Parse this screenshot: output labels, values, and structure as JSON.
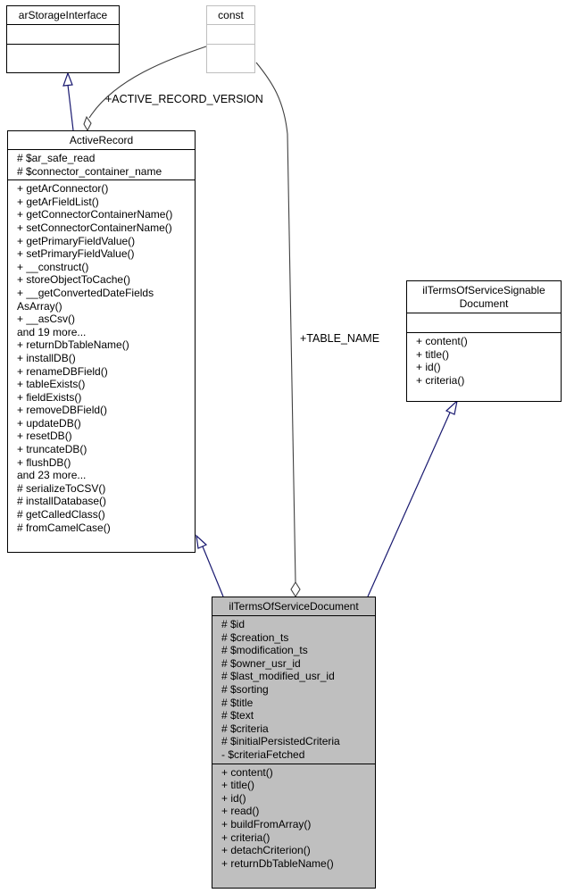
{
  "classes": {
    "ar_storage": {
      "name": "arStorageInterface",
      "attributes": [],
      "methods": []
    },
    "const_box": {
      "name": "const",
      "attributes": [],
      "methods": []
    },
    "active_record": {
      "name": "ActiveRecord",
      "attributes": [
        "# $ar_safe_read",
        "# $connector_container_name"
      ],
      "methods": [
        "+ getArConnector()",
        "+ getArFieldList()",
        "+ getConnectorContainerName()",
        "+ setConnectorContainerName()",
        "+ getPrimaryFieldValue()",
        "+ setPrimaryFieldValue()",
        "+ __construct()",
        "+ storeObjectToCache()",
        "+ __getConvertedDateFields",
        "AsArray()",
        "+ __asCsv()",
        "and 19 more...",
        "+ returnDbTableName()",
        "+ installDB()",
        "+ renameDBField()",
        "+ tableExists()",
        "+ fieldExists()",
        "+ removeDBField()",
        "+ updateDB()",
        "+ resetDB()",
        "+ truncateDB()",
        "+ flushDB()",
        "and 23 more...",
        "# serializeToCSV()",
        "# installDatabase()",
        "# getCalledClass()",
        "# fromCamelCase()"
      ]
    },
    "signable": {
      "name_line1": "ilTermsOfServiceSignable",
      "name_line2": "Document",
      "attributes": [],
      "methods": [
        "+ content()",
        "+ title()",
        "+ id()",
        "+ criteria()"
      ]
    },
    "tos_document": {
      "name": "ilTermsOfServiceDocument",
      "attributes": [
        "# $id",
        "# $creation_ts",
        "# $modification_ts",
        "# $owner_usr_id",
        "# $last_modified_usr_id",
        "# $sorting",
        "# $title",
        "# $text",
        "# $criteria",
        "# $initialPersistedCriteria",
        "- $criteriaFetched"
      ],
      "methods": [
        "+ content()",
        "+ title()",
        "+ id()",
        "+ read()",
        "+ buildFromArray()",
        "+ criteria()",
        "+ detachCriterion()",
        "+ returnDbTableName()"
      ]
    }
  },
  "edges": {
    "active_record_version_label": "+ACTIVE_RECORD_VERSION",
    "table_name_label": "+TABLE_NAME"
  },
  "colors": {
    "inheritance_edge": "#191970",
    "association_edge": "#404040",
    "focus_fill": "#bfbfbf",
    "external_border": "#bfbfbf"
  }
}
